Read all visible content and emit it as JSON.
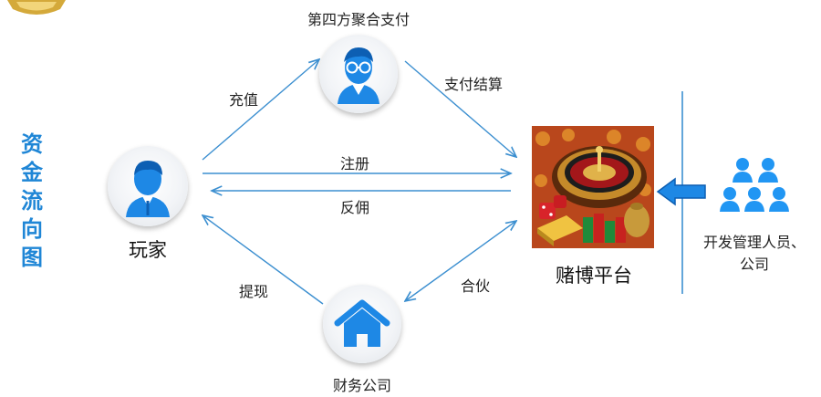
{
  "side_title": [
    "资",
    "金",
    "流",
    "向",
    "图"
  ],
  "nodes": {
    "player": "玩家",
    "payment": "第四方聚合支付",
    "platform": "赌博平台",
    "finance": "财务公司",
    "developers": [
      "开发管理人员、",
      "公司"
    ]
  },
  "edges": {
    "recharge": "充值",
    "settlement": "支付结算",
    "register": "注册",
    "rebate": "反佣",
    "withdraw": "提现",
    "partner": "合伙"
  },
  "icons": {
    "payment": "person-glasses-icon",
    "player": "person-icon",
    "finance": "house-icon",
    "platform": "roulette-casino-image",
    "developers": "people-group-icon",
    "flow_arrow": "arrow-left-icon"
  },
  "colors": {
    "accent": "#1f86d6",
    "line": "#3c8fd0",
    "icon_blue": "#1e88e5"
  }
}
